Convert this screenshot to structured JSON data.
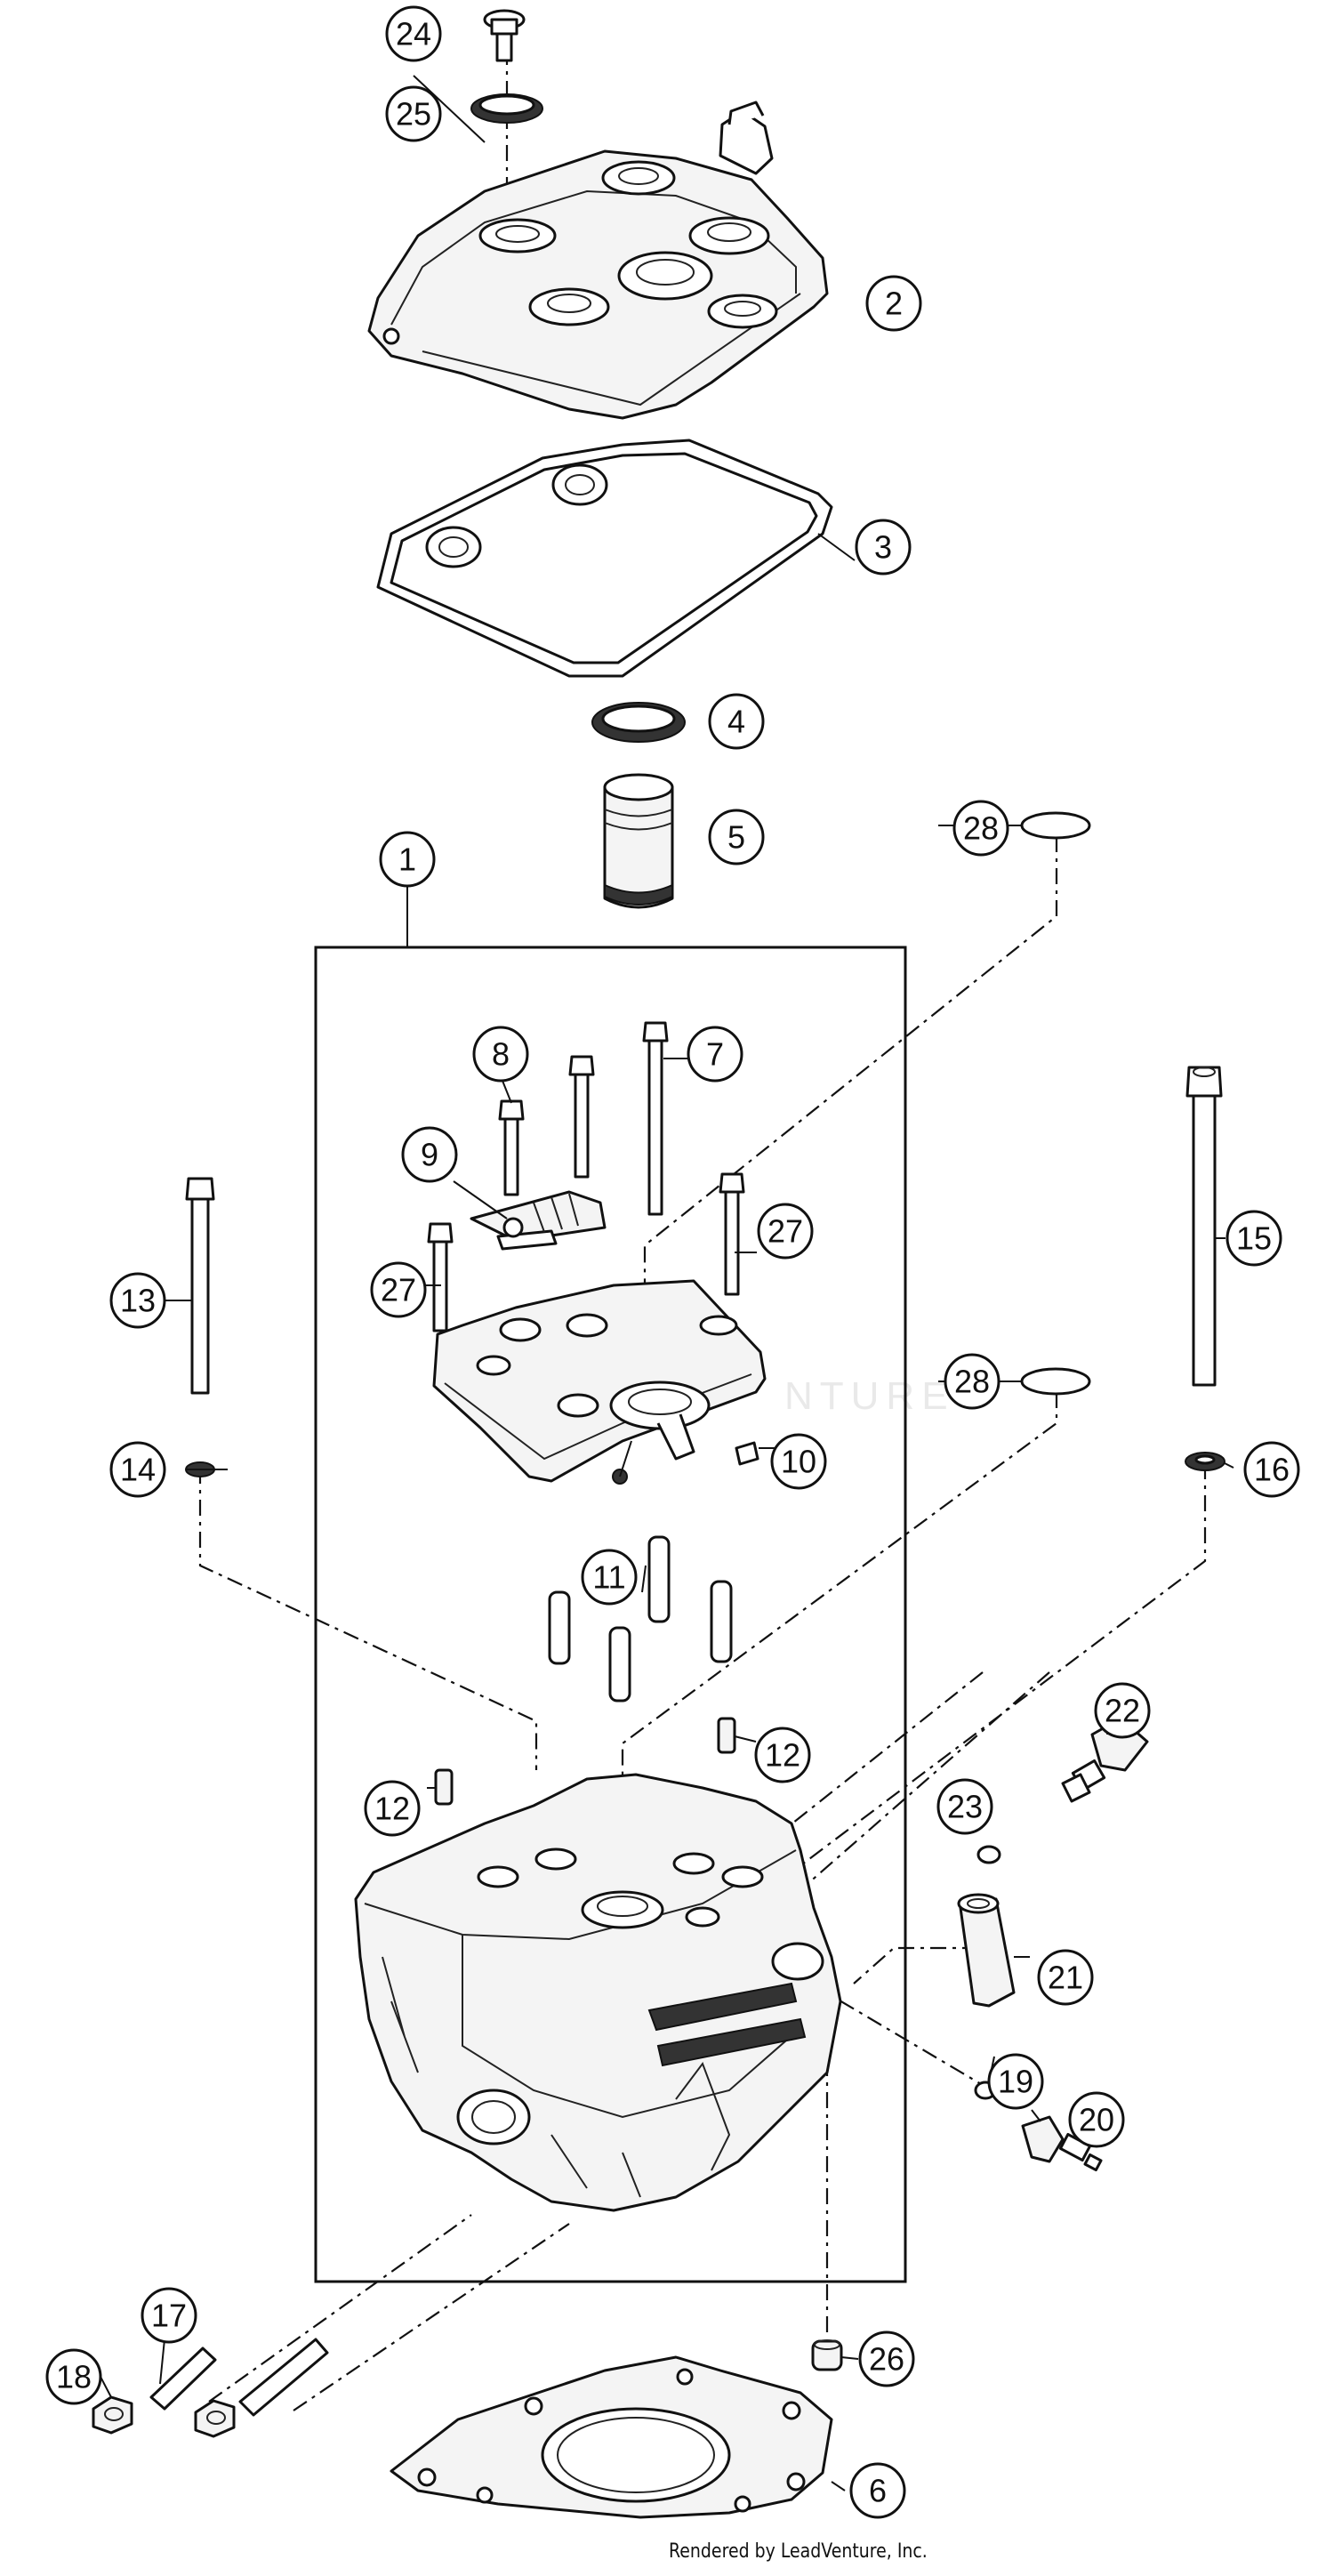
{
  "diagram": {
    "callouts": [
      {
        "id": "c24",
        "label": "24"
      },
      {
        "id": "c25",
        "label": "25"
      },
      {
        "id": "c2",
        "label": "2"
      },
      {
        "id": "c3",
        "label": "3"
      },
      {
        "id": "c4",
        "label": "4"
      },
      {
        "id": "c5",
        "label": "5"
      },
      {
        "id": "c28a",
        "label": "28"
      },
      {
        "id": "c1",
        "label": "1"
      },
      {
        "id": "c8",
        "label": "8"
      },
      {
        "id": "c7",
        "label": "7"
      },
      {
        "id": "c9",
        "label": "9"
      },
      {
        "id": "c27a",
        "label": "27"
      },
      {
        "id": "c27b",
        "label": "27"
      },
      {
        "id": "c15",
        "label": "15"
      },
      {
        "id": "c13",
        "label": "13"
      },
      {
        "id": "c28b",
        "label": "28"
      },
      {
        "id": "c14",
        "label": "14"
      },
      {
        "id": "c10",
        "label": "10"
      },
      {
        "id": "c16",
        "label": "16"
      },
      {
        "id": "c11",
        "label": "11"
      },
      {
        "id": "c22",
        "label": "22"
      },
      {
        "id": "c12a",
        "label": "12"
      },
      {
        "id": "c12b",
        "label": "12"
      },
      {
        "id": "c23",
        "label": "23"
      },
      {
        "id": "c21",
        "label": "21"
      },
      {
        "id": "c19",
        "label": "19"
      },
      {
        "id": "c20",
        "label": "20"
      },
      {
        "id": "c17",
        "label": "17"
      },
      {
        "id": "c18",
        "label": "18"
      },
      {
        "id": "c26",
        "label": "26"
      },
      {
        "id": "c6",
        "label": "6"
      }
    ]
  },
  "watermark": "NTURE",
  "footer": "Rendered by LeadVenture, Inc."
}
